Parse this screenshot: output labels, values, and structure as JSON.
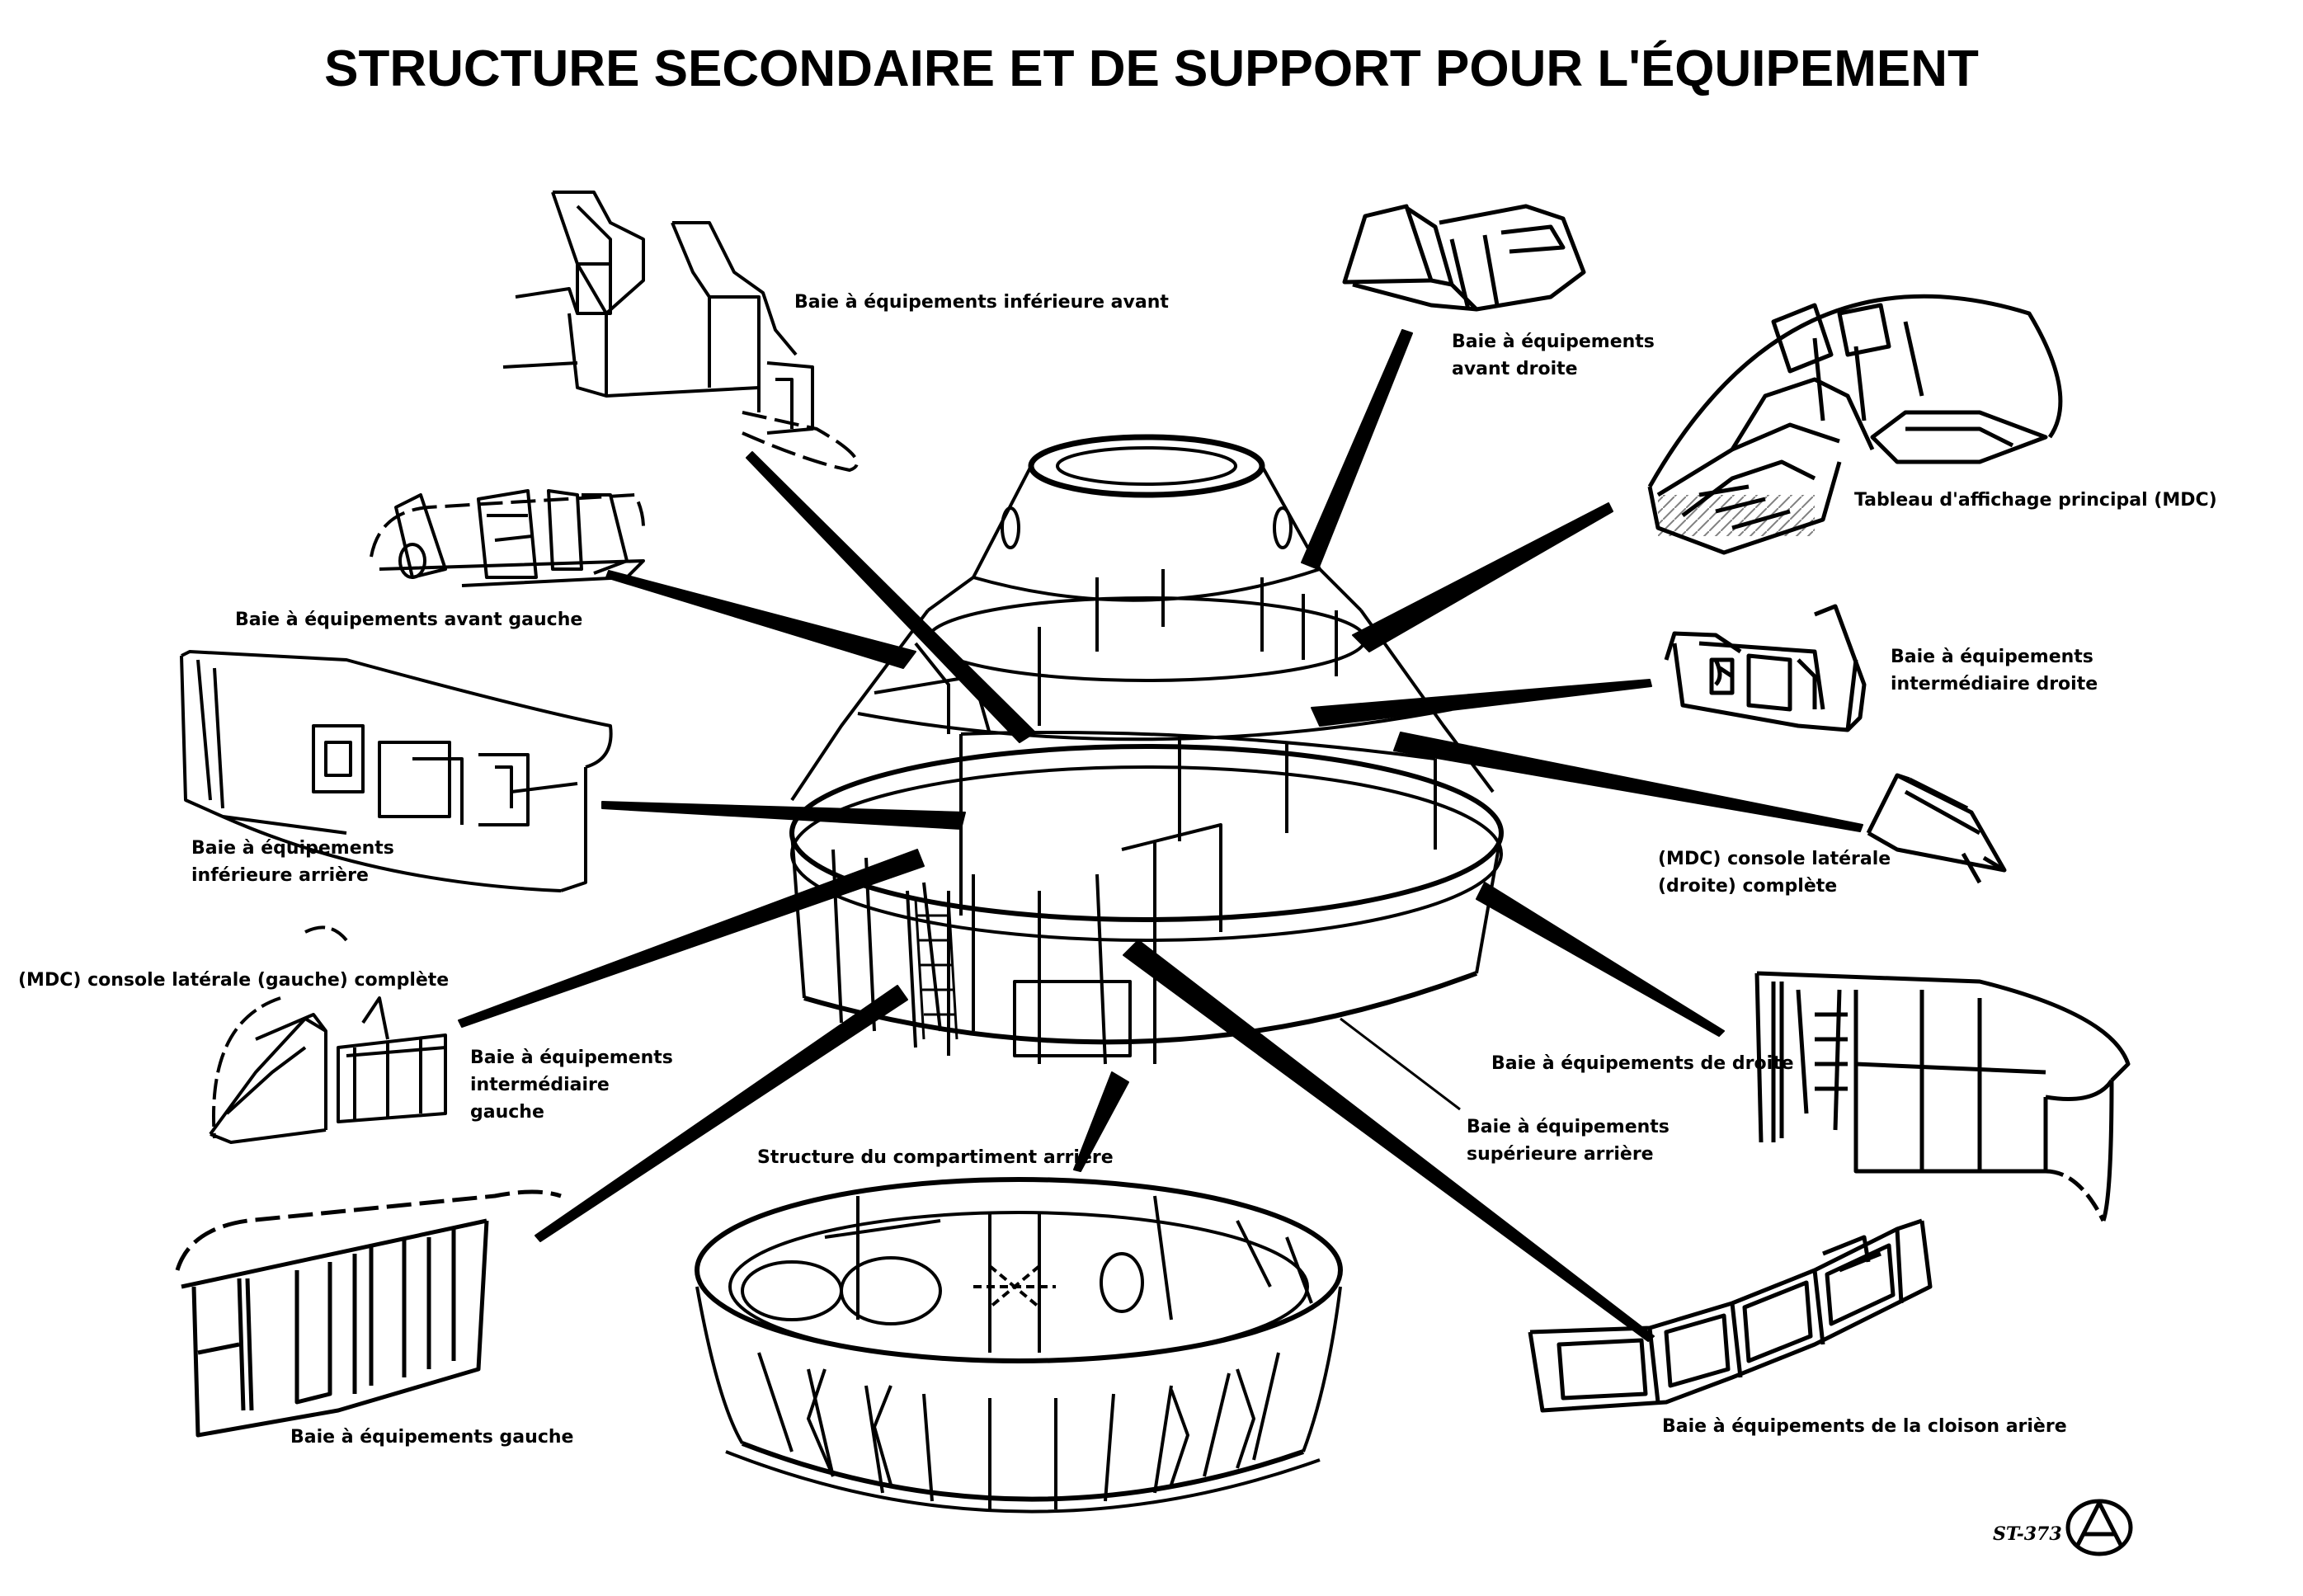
{
  "title": "STRUCTURE SECONDAIRE ET DE SUPPORT POUR L'ÉQUIPEMENT",
  "labels": {
    "lower_forward_bay": "Baie à équipements inférieure avant",
    "right_forward_bay_1": "Baie à équipements",
    "right_forward_bay_2": "avant droite",
    "mdc": "Tableau d'affichage principal (MDC)",
    "left_forward_bay": "Baie à équipements avant gauche",
    "right_intermediate_1": "Baie à équipements",
    "right_intermediate_2": "intermédiaire droite",
    "lower_aft_1": "Baie à équipements",
    "lower_aft_2": "inférieure arrière",
    "right_console_1": "(MDC) console latérale",
    "right_console_2": "(droite) complète",
    "left_console": "(MDC) console latérale (gauche) complète",
    "left_intermediate_1": "Baie à équipements",
    "left_intermediate_2": "intermédiaire",
    "left_intermediate_3": "gauche",
    "right_bay": "Baie à équipements de droite",
    "upper_aft_1": "Baie à équipements",
    "upper_aft_2": "supérieure arrière",
    "aft_compartment": "Structure du compartiment arrière",
    "left_bay": "Baie à équipements gauche",
    "aft_bulkhead": "Baie à équipements de la cloison arière"
  },
  "drawing_code": "ST-373",
  "colors": {
    "ink": "#000000",
    "paper": "#ffffff"
  },
  "icons": [
    "logo-emblem-icon"
  ]
}
